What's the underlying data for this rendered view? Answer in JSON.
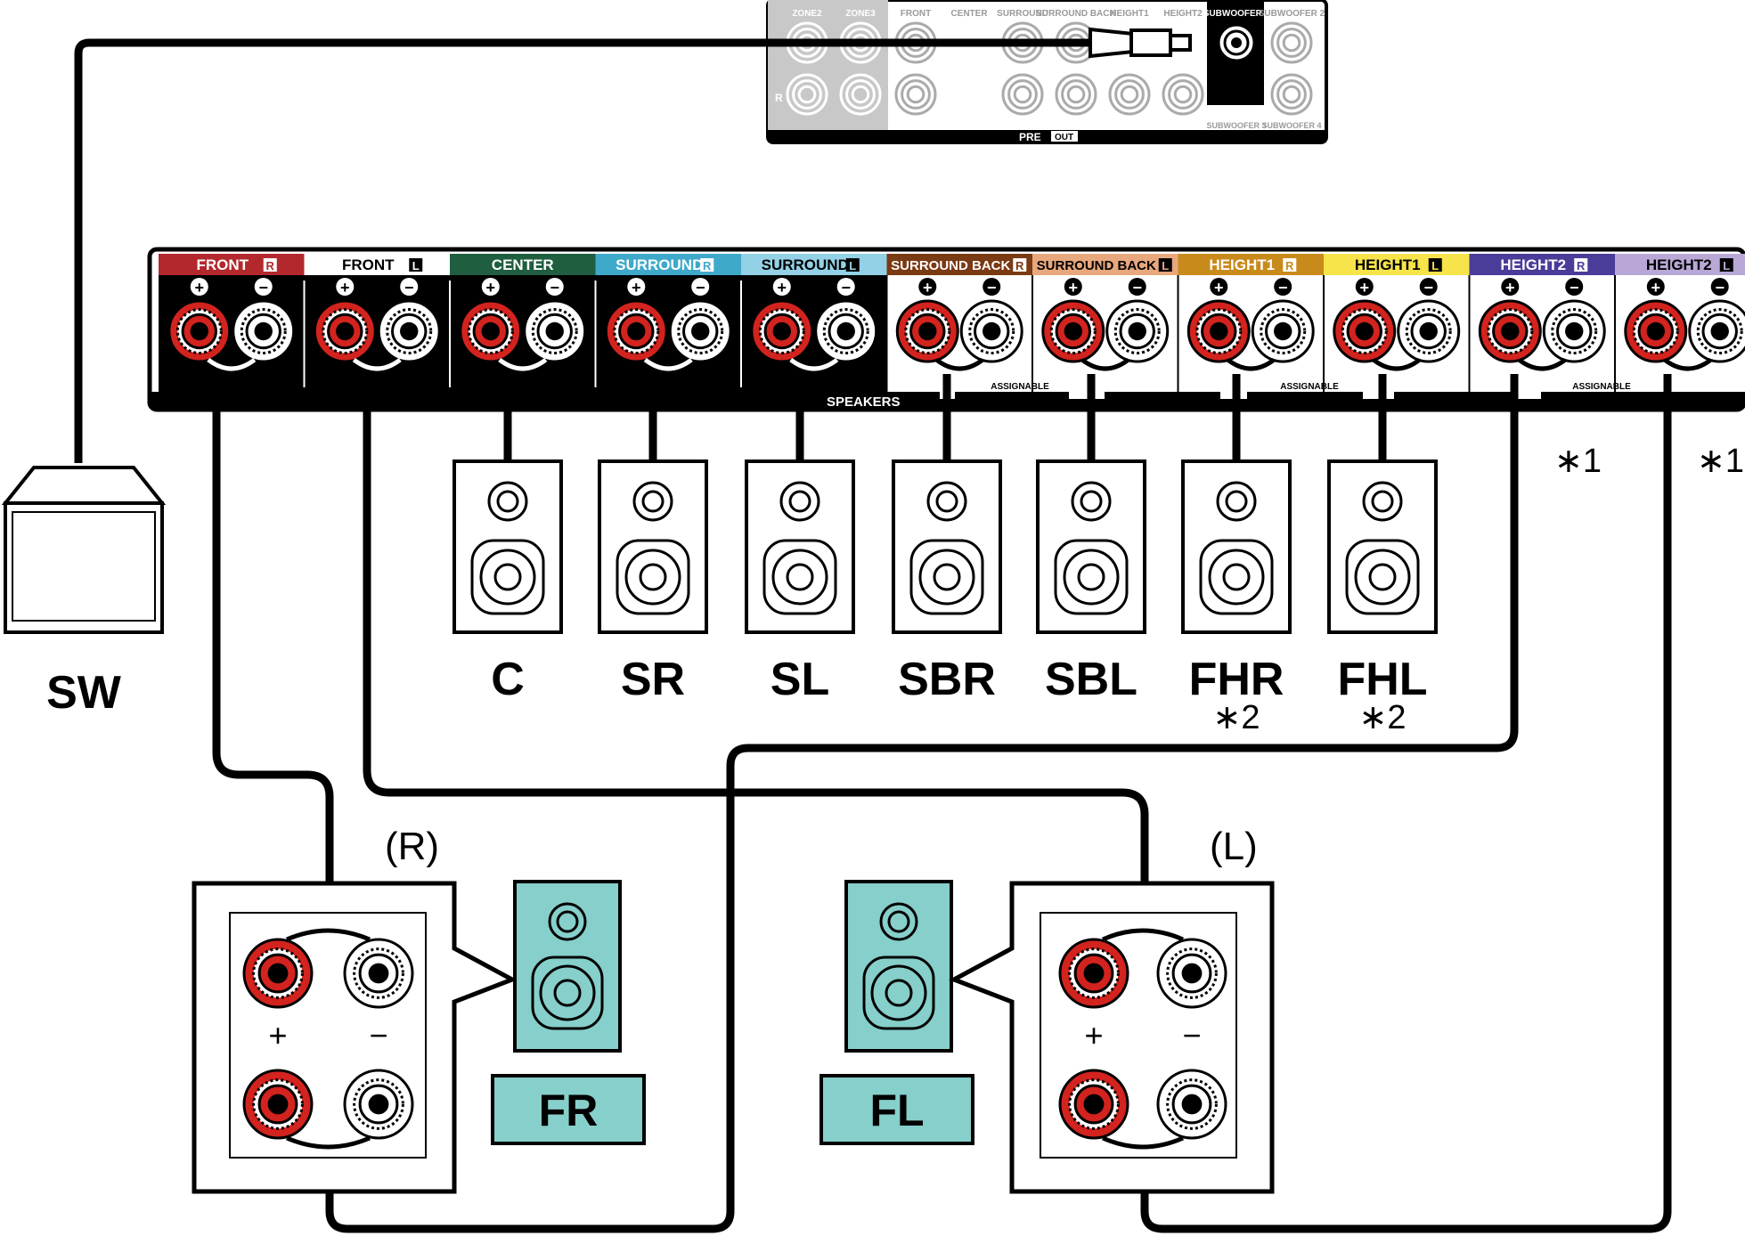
{
  "preout": {
    "top_labels": [
      "ZONE2",
      "ZONE3",
      "FRONT",
      "CENTER",
      "SURROUND",
      "SURROUND BACK",
      "HEIGHT1",
      "HEIGHT2",
      "SUBWOOFER 1",
      "SUBWOOFER 2"
    ],
    "bottom_labels": [
      "SUBWOOFER 3",
      "SUBWOOFER 4"
    ],
    "r_mark": "R",
    "pre_label": "PRE",
    "out_label": "OUT"
  },
  "speaker_panel": {
    "groups": [
      {
        "name": "FRONT",
        "side": "R",
        "color": "#b3282d",
        "text_color": "#ffffff"
      },
      {
        "name": "FRONT",
        "side": "L",
        "color": "#ffffff",
        "text_color": "#000000"
      },
      {
        "name": "CENTER",
        "side": "",
        "color": "#1f5e3f",
        "text_color": "#ffffff"
      },
      {
        "name": "SURROUND",
        "side": "R",
        "color": "#3fa9c9",
        "text_color": "#ffffff"
      },
      {
        "name": "SURROUND",
        "side": "L",
        "color": "#93d1e6",
        "text_color": "#000000"
      },
      {
        "name": "SURROUND BACK",
        "side": "R",
        "color": "#7a3a13",
        "text_color": "#ffffff"
      },
      {
        "name": "SURROUND BACK",
        "side": "L",
        "color": "#e8a77c",
        "text_color": "#000000"
      },
      {
        "name": "HEIGHT1",
        "side": "R",
        "color": "#c98a1c",
        "text_color": "#ffffff"
      },
      {
        "name": "HEIGHT1",
        "side": "L",
        "color": "#f7e34a",
        "text_color": "#000000"
      },
      {
        "name": "HEIGHT2",
        "side": "R",
        "color": "#4a3c99",
        "text_color": "#ffffff"
      },
      {
        "name": "HEIGHT2",
        "side": "L",
        "color": "#b9a8d6",
        "text_color": "#000000"
      }
    ],
    "plus_symbol": "+",
    "minus_symbol": "−",
    "speakers_label": "SPEAKERS",
    "assignable_label": "ASSIGNABLE"
  },
  "speakers": [
    {
      "label": "C",
      "note": ""
    },
    {
      "label": "SR",
      "note": ""
    },
    {
      "label": "SL",
      "note": ""
    },
    {
      "label": "SBR",
      "note": ""
    },
    {
      "label": "SBL",
      "note": ""
    },
    {
      "label": "FHR",
      "note": "∗2"
    },
    {
      "label": "FHL",
      "note": "∗2"
    }
  ],
  "height2_notes": [
    "∗1",
    "∗1"
  ],
  "subwoofer_label": "SW",
  "front_right": {
    "side_label": "(R)",
    "label": "FR"
  },
  "front_left": {
    "side_label": "(L)",
    "label": "FL"
  },
  "colors": {
    "terminal_red": "#d2231e",
    "teal": "#86cfcb",
    "cable": "#000000",
    "gray": "#c8c8c8"
  }
}
